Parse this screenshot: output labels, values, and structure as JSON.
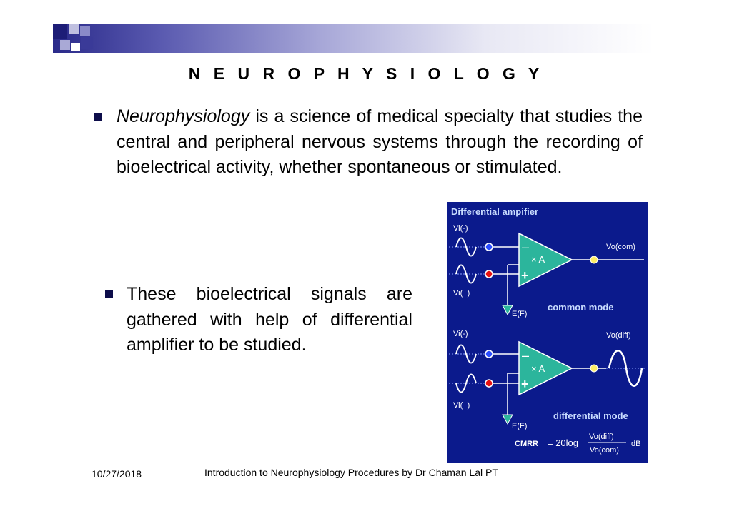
{
  "slide": {
    "title": "N E U R O P H Y S I O L O G Y",
    "para1_term": "Neurophysiology",
    "para1_rest": " is a science of medical specialty that studies the central and peripheral nervous systems through the recording of bioelectrical activity, whether spontaneous or stimulated.",
    "para2": "These bioelectrical signals are gathered with help of differential amplifier to be studied."
  },
  "diagram": {
    "title": "Differential ampifier",
    "top": {
      "vin_minus": "Vi(-)",
      "vin_plus": "Vi(+)",
      "gain": "× A",
      "vout": "Vo(com)",
      "ground": "E(F)",
      "mode": "common mode"
    },
    "bottom": {
      "vin_minus": "Vi(-)",
      "vin_plus": "Vi(+)",
      "gain": "× A",
      "vout": "Vo(diff)",
      "ground": "E(F)",
      "mode": "differential mode"
    },
    "cmrr_label": "CMRR",
    "cmrr_eq": "= 20log",
    "cmrr_num": "Vo(diff)",
    "cmrr_den": "Vo(com)",
    "cmrr_unit": "dB"
  },
  "footer": {
    "date": "10/27/2018",
    "text": "Introduction to Neurophysiology Procedures by Dr Chaman Lal PT"
  },
  "colors": {
    "diagram_bg": "#0b1a8c",
    "amplifier_green": "#2cb59c",
    "minus_terminal": "#2a4dff",
    "plus_terminal": "#e81010",
    "output_node": "#ffee66",
    "label_light_blue": "#c9dcff",
    "bullet": "#0d0d4a"
  }
}
